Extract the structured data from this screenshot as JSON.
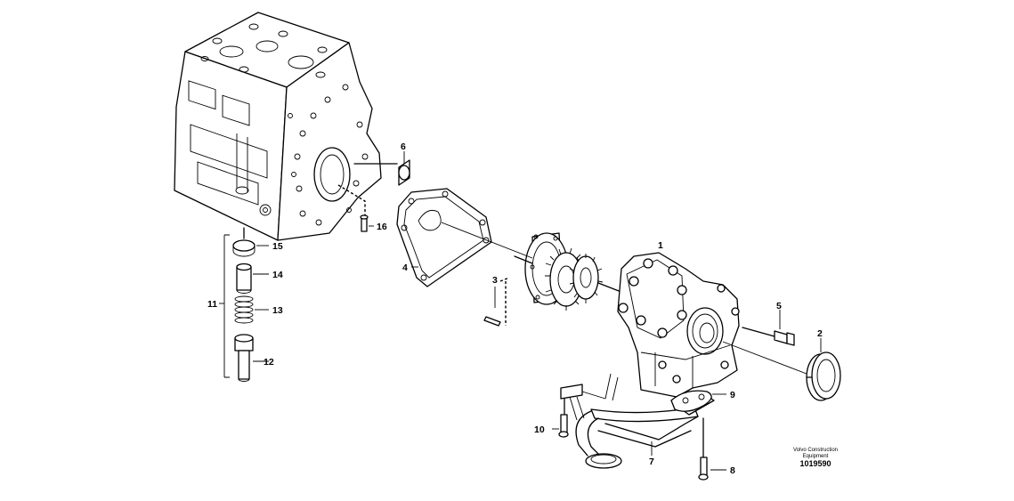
{
  "callouts": {
    "c1": "1",
    "c2": "2",
    "c3": "3",
    "c4": "4",
    "c5": "5",
    "c6": "6",
    "c7": "7",
    "c8": "8",
    "c9": "9",
    "c10": "10",
    "c11": "11",
    "c12": "12",
    "c13": "13",
    "c14": "14",
    "c15": "15",
    "c16": "16"
  },
  "footer": {
    "company_line1": "Volvo Construction",
    "company_line2": "Equipment",
    "drawing_number": "1019590"
  }
}
